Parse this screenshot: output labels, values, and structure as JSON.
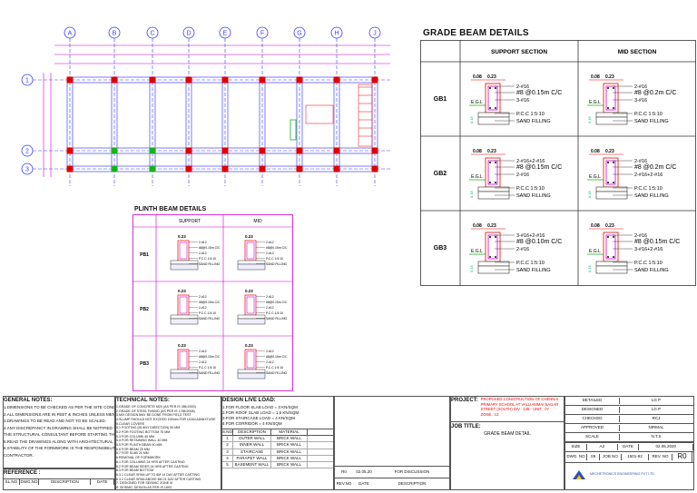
{
  "plan": {
    "grid_letters": [
      "A",
      "B",
      "C",
      "D",
      "E",
      "F",
      "G",
      "H",
      "J"
    ],
    "grid_numbers": [
      "1",
      "2",
      "3"
    ],
    "colors": {
      "grid": "#3b3bff",
      "column": "#e00000",
      "beam": "#5a5aff",
      "dim": "#d000d0",
      "green": "#17b317"
    }
  },
  "grade_beam": {
    "title": "GRADE BEAM DETAILS",
    "col_support": "SUPPORT SECTION",
    "col_mid": "MID SECTION",
    "rows": [
      {
        "id": "GB1",
        "support": {
          "w": "0.08",
          "d": "0.23",
          "top": "2-#16",
          "stirrup": "#8 @0.15m C/C",
          "bot": "3-#16",
          "pcc": "P.C.C 1:5:10",
          "sand": "SAND FILLING",
          "egl": "E.G.L"
        },
        "mid": {
          "w": "0.08",
          "d": "0.23",
          "top": "2-#16",
          "stirrup": "#8 @0.2m C/C",
          "bot": "3-#16",
          "pcc": "P.C.C 1:5:10",
          "sand": "SAND FILLING",
          "egl": "E.G.L"
        }
      },
      {
        "id": "GB2",
        "support": {
          "w": "0.08",
          "d": "0.23",
          "top": "2-#16+2-#16",
          "stirrup": "#8 @0.15m C/C",
          "bot": "2-#16",
          "pcc": "P.C.C 1:5:10",
          "sand": "SAND FILLING",
          "egl": "E.G.L"
        },
        "mid": {
          "w": "0.08",
          "d": "0.23",
          "top": "2-#16",
          "stirrup": "#8 @0.2m C/C",
          "bot": "2-#16+2-#16",
          "pcc": "P.C.C 1:5:10",
          "sand": "SAND FILLING",
          "egl": "E.G.L"
        }
      },
      {
        "id": "GB3",
        "support": {
          "w": "0.08",
          "d": "0.23",
          "top": "3-#16+2-#16",
          "stirrup": "#8 @0.10m C/C",
          "bot": "2-#16",
          "pcc": "P.C.C 1:5:10",
          "sand": "SAND FILLING",
          "egl": "E.G.L"
        },
        "mid": {
          "w": "0.08",
          "d": "0.23",
          "top": "2-#16",
          "stirrup": "#8 @0.15m C/C",
          "bot": "3-#16+2-#16",
          "pcc": "P.C.C 1:5:10",
          "sand": "SAND FILLING",
          "egl": "E.G.L"
        }
      }
    ]
  },
  "plinth": {
    "title": "PLINTH BEAM DETAILS",
    "col_support": "SUPPORT",
    "col_mid": "MID",
    "rows": [
      "PB1",
      "PB2",
      "PB3"
    ],
    "dim_w": "0.23",
    "labels": [
      "2-#12",
      "#8@0.15m C/C",
      "2-#12",
      "P.C.C 1:5:10",
      "SAND FILLING"
    ]
  },
  "title_block": {
    "general_notes": {
      "title": "GENERAL NOTES:",
      "lines": [
        "1.DIMENSIONS TO BE CHECKED AS PER THE SITE CONDITION.",
        "2.ALL DIMENSIONS ARE IN FEET & INCHES UNLESS MENTIONED.",
        "3.DRAWINGS TO BE READ AND NOT TO BE SCALED.",
        "4.ANY DISCREPANCY IN DRAWING SHALL BE NOTIFIED TO",
        "THE STRUCTURAL CONSULTANT BEFORE STARTING THE WORK.",
        "5.READ THE DRAWINGS ALONG WITH ARCHITECTURAL DRAWING.",
        "6.STABILITY OF THE FORMWORK IS THE RESPONSIBILITY OF THE",
        "CONTRACTOR."
      ]
    },
    "reference": {
      "title": "REFERENCE :",
      "headers": [
        "SL.NO",
        "DWG.NO",
        "DESCRIPTION",
        "DATE"
      ]
    },
    "technical_notes": {
      "title": "TECHNICAL NOTES:",
      "lines": [
        "1.GRADE OF CONCRETE  M20  (AS PER IS 456:2000)",
        "2.GRADE OF STEEL  Fe500D  (AS PER IS 1786:2008)",
        "3.MIX DESIGN MAY BE DONE FROM FIELD TEST",
        "4.SLUMP SHOULD NOT EXCEED 100mm FOR LEAN ADMIXTURE",
        "5.CLEAR COVERS",
        "  5.1 FOOTING  (IN ANY DIRECTION)    50 MM",
        "  5.2 FOR FOOTING BOTTOM            75 MM",
        "  5.3 FOR COLUMN                    40 MM",
        "  5.4 FOR RETAINING WALL            40 MM",
        "  5.5 FOR PLINTH BEAM               40 MM",
        "  5.6 FOR BEAM                      25 MM",
        "  5.7 FOR SLAB                      20 MM",
        "6.REMOVAL OF FORMWORK",
        "  6.1 FOR COLUMNS             24 HRS AFTER CASTING",
        "  6.2 FOR BEAM SIDES          24 HRS AFTER CASTING",
        "  6.3 FOR BEAM BOTTOM",
        "    6.3.1 CLEAR SPAN UP TO 6M   14 DAY AFTER CASTING",
        "    6.3.2 CLEAR SPAN ABOVE 6M   21 DAY AFTER CASTING",
        "7. DESIGNED FOR SEISMIC ZONE III",
        "8. SEISMIC DESIGN AS PER IS 1893"
      ]
    },
    "live_load": {
      "title": "DESIGN LIVE LOAD:",
      "lines": [
        "1.FOR FLOOR SLAB LOAD = 3 KN/SQM",
        "2.FOR ROOF SLAB LOAD = 1.5 KN/SQM",
        "3.FOR STAIRCASE LOAD = 4 KN/SQM",
        "4.FOR CORRIDOR = 4 KN/SQM"
      ],
      "headers": [
        "S.NO",
        "DESCRIPTION",
        "MATERIAL"
      ],
      "rows": [
        [
          "1",
          "OUTER WALL",
          "BRICK WALL"
        ],
        [
          "2",
          "INNER WALL",
          "BRICK WALL"
        ],
        [
          "3",
          "STAIRCASE",
          "BRICK WALL"
        ],
        [
          "4",
          "PARAPET WALL",
          "BRICK WALL"
        ],
        [
          "5",
          "BASEMENT WALL",
          "BRICK WALL"
        ]
      ]
    },
    "revision": {
      "row": [
        "R0",
        "02.05.20",
        "FOR DISCUSSION"
      ],
      "headers": [
        "REV.NO",
        "DATE",
        "DESCRIPTION"
      ]
    },
    "project": {
      "label": "PROJECT:",
      "value": "PROPOSED CONSTRUCTION OF CHENNAI PRIMARY SCHOOL AT VALLIAMMAI NAGAR STREET (SOUTH) DIV : 145 - UNIT : 07 ZONE : 13",
      "job_label": "JOB TITLE:",
      "job_value": "GRADE BEAM DETAIL"
    },
    "approvals": [
      [
        "DETAILED",
        "LG P"
      ],
      [
        "DESIGNED",
        "LG P"
      ],
      [
        "CHECKED",
        "RCJ"
      ],
      [
        "APPROVED",
        "NIRMAL"
      ],
      [
        "SCALE",
        "N.T.S"
      ]
    ],
    "size_row": [
      "SIZE",
      "A3",
      "DATE",
      "02.05.2020"
    ],
    "dwg_row": [
      "DWG. NO",
      "S9",
      "JOB NO",
      "1501-92",
      "REV. NO",
      "R0"
    ],
    "company": "MECHETRONICS ENGINEERING PVT LTD"
  }
}
